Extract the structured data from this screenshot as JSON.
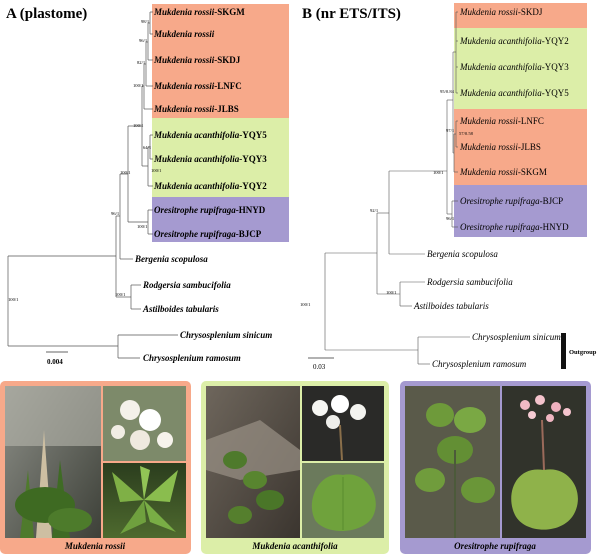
{
  "panelA": {
    "title": "A (plastome)",
    "groups": {
      "rossii_color": "#f7a98a",
      "acanthifolia_color": "#dceea8",
      "oresitrophe_color": "#a59ad0"
    },
    "taxa": {
      "t1": {
        "genus": "Mukdenia rossii",
        "suffix": "-SKGM"
      },
      "t2": {
        "genus": "Mukdenia rossii",
        "suffix": ""
      },
      "t3": {
        "genus": "Mukdenia rossii",
        "suffix": "-SKDJ"
      },
      "t4": {
        "genus": "Mukdenia rossii",
        "suffix": "-LNFC"
      },
      "t5": {
        "genus": "Mukdenia rossii",
        "suffix": "-JLBS"
      },
      "t6": {
        "genus": "Mukdenia acanthifolia",
        "suffix": "-YQY5"
      },
      "t7": {
        "genus": "Mukdenia acanthifolia",
        "suffix": "-YQY3"
      },
      "t8": {
        "genus": "Mukdenia acanthifolia",
        "suffix": "-YQY2"
      },
      "t9": {
        "genus": "Oresitrophe rupifraga",
        "suffix": "-HNYD"
      },
      "t10": {
        "genus": "Oresitrophe rupifraga",
        "suffix": "-BJCP"
      },
      "t11": {
        "genus": "Bergenia scopulosa",
        "suffix": ""
      },
      "t12": {
        "genus": "Rodgersia sambucifolia",
        "suffix": ""
      },
      "t13": {
        "genus": "Astilboides tabularis",
        "suffix": ""
      },
      "t14": {
        "genus": "Chrysosplenium sinicum",
        "suffix": ""
      },
      "t15": {
        "genus": "Chrysosplenium ramosum",
        "suffix": ""
      }
    },
    "support": {
      "s1": "98/1",
      "s2": "96/1",
      "s3": "82/1",
      "s4": "100/1",
      "s5": "100/1",
      "s6": "64/1",
      "s7": "100/1",
      "s8": "100/1",
      "s9": "100/1",
      "s10": "96/1",
      "s11": "100/1",
      "s12": "100/1"
    },
    "scale": "0.004"
  },
  "panelB": {
    "title": "B (nr ETS/ITS)",
    "taxa": {
      "t1": {
        "genus": "Mukdenia rossii",
        "suffix": "-SKDJ"
      },
      "t2": {
        "genus": "Mukdenia acanthifolia",
        "suffix": "-YQY2"
      },
      "t3": {
        "genus": "Mukdenia acanthifolia",
        "suffix": "-YQY3"
      },
      "t4": {
        "genus": "Mukdenia acanthifolia",
        "suffix": "-YQY5"
      },
      "t5": {
        "genus": "Mukdenia rossii",
        "suffix": "-LNFC"
      },
      "t6": {
        "genus": "Mukdenia rossii",
        "suffix": "-JLBS"
      },
      "t7": {
        "genus": "Mukdenia rossii",
        "suffix": "-SKGM"
      },
      "t8": {
        "genus": "Oresitrophe rupifraga",
        "suffix": "-BJCP"
      },
      "t9": {
        "genus": "Oresitrophe rupifraga",
        "suffix": "-HNYD"
      },
      "t10": {
        "genus": "Bergenia scopulosa",
        "suffix": ""
      },
      "t11": {
        "genus": "Rodgersia sambucifolia",
        "suffix": ""
      },
      "t12": {
        "genus": "Astilboides tabularis",
        "suffix": ""
      },
      "t13": {
        "genus": "Chrysosplenium sinicum",
        "suffix": ""
      },
      "t14": {
        "genus": "Chrysosplenium ramosum",
        "suffix": ""
      }
    },
    "support": {
      "s1": "95/0.84",
      "s2": "97/1",
      "s3": "57/0.58",
      "s4": "100/1",
      "s5": "96/1",
      "s6": "92/1",
      "s7": "100/1",
      "s8": "100/1"
    },
    "scale": "0.03",
    "outgroup_label": "Outgroup"
  },
  "photos": {
    "p1": {
      "label": "Mukdenia rossii",
      "border": "#f7a98a"
    },
    "p2": {
      "label": "Mukdenia acanthifolia",
      "border": "#dceea8"
    },
    "p3": {
      "label": "Oresitrophe rupifraga",
      "border": "#a59ad0"
    }
  }
}
